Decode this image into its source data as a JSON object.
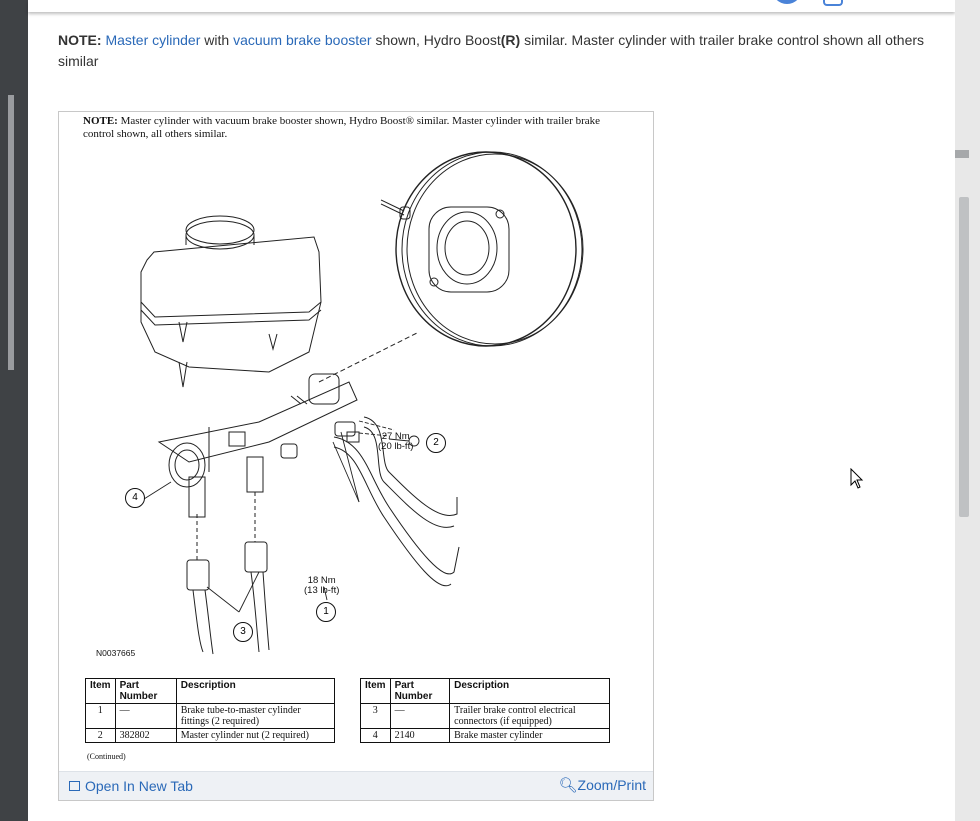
{
  "note": {
    "label": "NOTE:",
    "link1": "Master cylinder",
    "t1": " with ",
    "link2": "vacuum brake booster",
    "t2": " shown, Hydro Boost",
    "reg": "(R)",
    "t3": " similar. Master cylinder with trailer brake control shown all others similar"
  },
  "figure": {
    "doc_note_label": "NOTE:",
    "doc_note_text": " Master cylinder with vacuum brake booster shown, Hydro Boost® similar. Master cylinder with trailer brake control shown, all others similar.",
    "callouts": {
      "c1": "1",
      "c2": "2",
      "c3": "3",
      "c4": "4",
      "torque_27": "27 Nm",
      "torque_27b": "(20 lb-ft)",
      "torque_18": "18 Nm",
      "torque_18b": "(13 lb-ft)"
    },
    "drawing_id": "N0037665",
    "continued": "(Continued)",
    "table_headers": [
      "Item",
      "Part Number",
      "Description"
    ],
    "table_left": [
      {
        "item": "1",
        "part": "—",
        "desc": "Brake tube-to-master cylinder fittings (2 required)"
      },
      {
        "item": "2",
        "part": "382802",
        "desc": "Master cylinder nut (2 required)"
      }
    ],
    "table_right": [
      {
        "item": "3",
        "part": "—",
        "desc": "Trailer brake control electrical connectors (if equipped)"
      },
      {
        "item": "4",
        "part": "2140",
        "desc": "Brake master cylinder"
      }
    ],
    "open_tab": "Open In New Tab",
    "zoom_print": "Zoom/Print"
  }
}
